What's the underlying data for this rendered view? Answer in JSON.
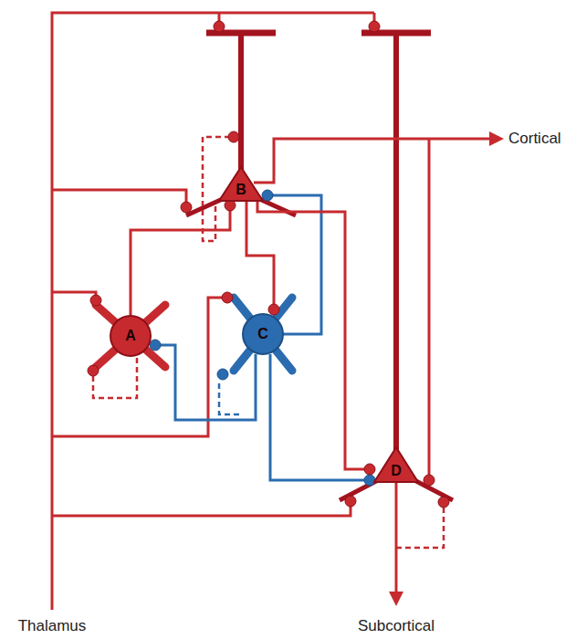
{
  "diagram": {
    "nodes": [
      {
        "text": [
          "B"
        ]
      },
      {
        "text": [
          "A"
        ]
      },
      {
        "text": [
          "C"
        ]
      },
      {
        "text": [
          "D"
        ]
      }
    ],
    "edges": [
      {
        "from": 1,
        "to": 0,
        "arrow": "to"
      },
      {
        "from": 0,
        "to": 2,
        "arrow": "to"
      },
      {
        "from": 2,
        "to": 0,
        "arrow": "to"
      },
      {
        "from": 2,
        "to": 1,
        "arrow": "to"
      },
      {
        "from": 2,
        "to": 3,
        "arrow": "to"
      },
      {
        "from": 0,
        "to": 3,
        "arrow": "to"
      }
    ],
    "labels": [
      "Cortical",
      "Thalamus",
      "Subcortical"
    ]
  }
}
